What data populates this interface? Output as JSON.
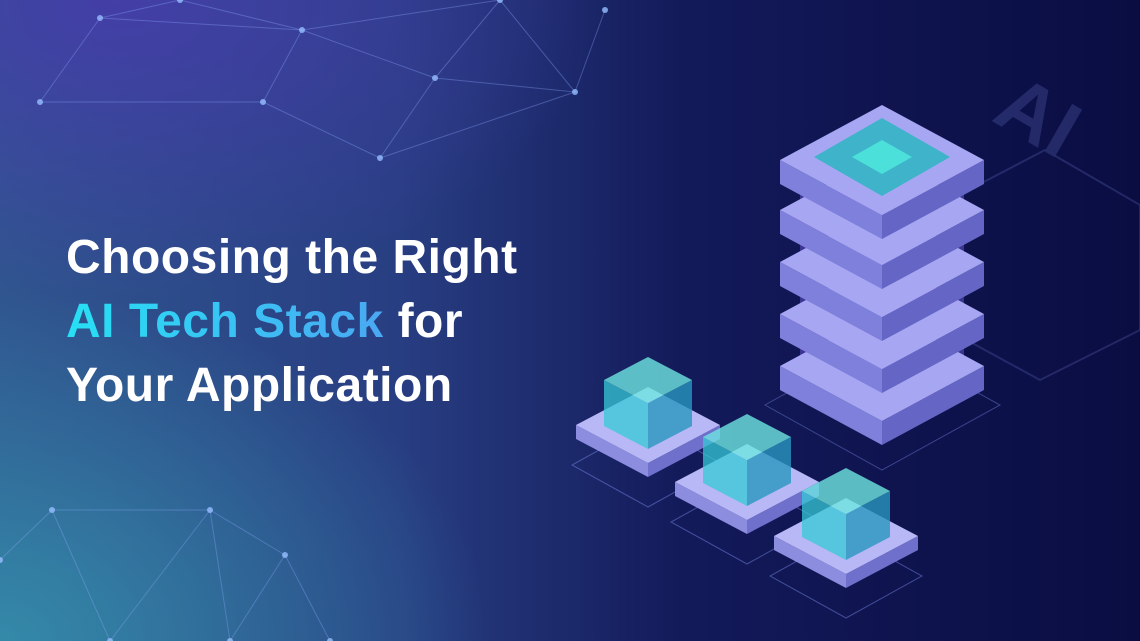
{
  "title": {
    "line1": "Choosing the Right",
    "line2_highlight": "AI Tech Stack",
    "line2_rest": " for",
    "line3": "Your Application"
  },
  "background_watermark": "AI",
  "colors": {
    "title_text": "#ffffff",
    "highlight_start": "#27e0f4",
    "highlight_end": "#4aa8f3",
    "server_face": "#8f8ee6",
    "cube_accent": "#36c9d6",
    "background_dark": "#0a0d42"
  }
}
